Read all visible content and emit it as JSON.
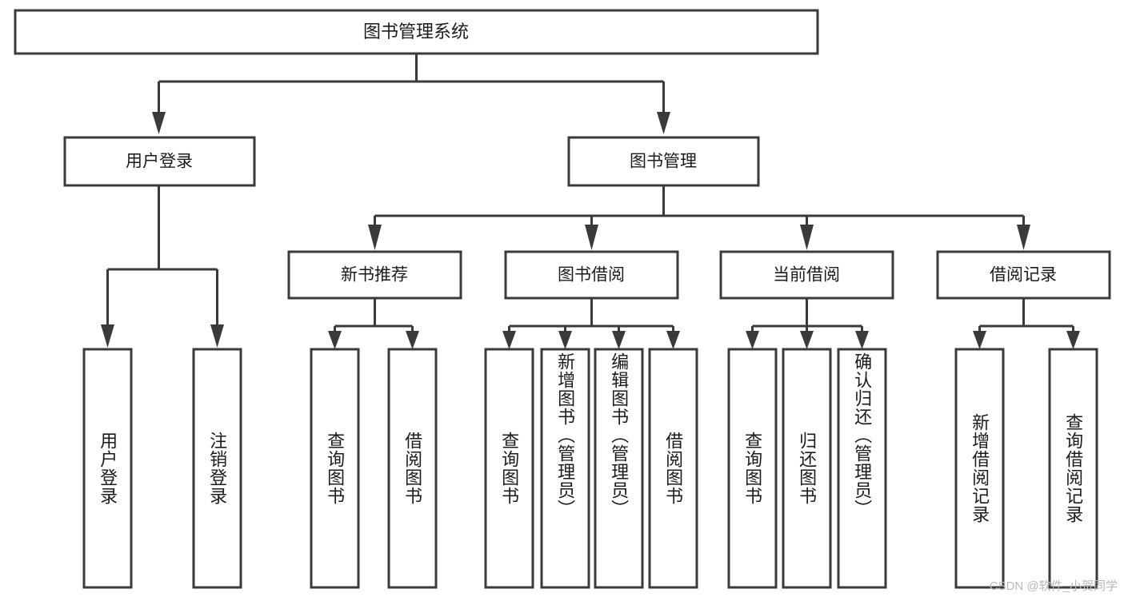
{
  "diagram": {
    "type": "tree",
    "title": "图书管理系统",
    "orientation": "top-down",
    "colors": {
      "background": "#ffffff",
      "box_fill": "#ffffff",
      "box_stroke": "#3a3a3a",
      "connector": "#3a3a3a",
      "text": "#1b1b1b",
      "watermark": "#b9b9b9"
    },
    "levels": {
      "root": {
        "label": "图书管理系统"
      },
      "level2": [
        {
          "label": "用户登录"
        },
        {
          "label": "图书管理"
        }
      ],
      "level3": [
        {
          "label": "新书推荐"
        },
        {
          "label": "图书借阅"
        },
        {
          "label": "当前借阅"
        },
        {
          "label": "借阅记录"
        }
      ],
      "leaves_user_login": [
        {
          "label": "用户登录"
        },
        {
          "label": "注销登录"
        }
      ],
      "leaves_new_book": [
        {
          "label": "查询图书"
        },
        {
          "label": "借阅图书"
        }
      ],
      "leaves_borrow": [
        {
          "label": "查询图书"
        },
        {
          "label": "新增图书（管理员）"
        },
        {
          "label": "编辑图书（管理员）"
        },
        {
          "label": "借阅图书"
        }
      ],
      "leaves_current": [
        {
          "label": "查询图书"
        },
        {
          "label": "归还图书"
        },
        {
          "label": "确认归还（管理员）"
        }
      ],
      "leaves_records": [
        {
          "label": "新增借阅记录"
        },
        {
          "label": "查询借阅记录"
        }
      ]
    }
  },
  "watermark": {
    "text": "CSDN @软件_小贺同学"
  }
}
